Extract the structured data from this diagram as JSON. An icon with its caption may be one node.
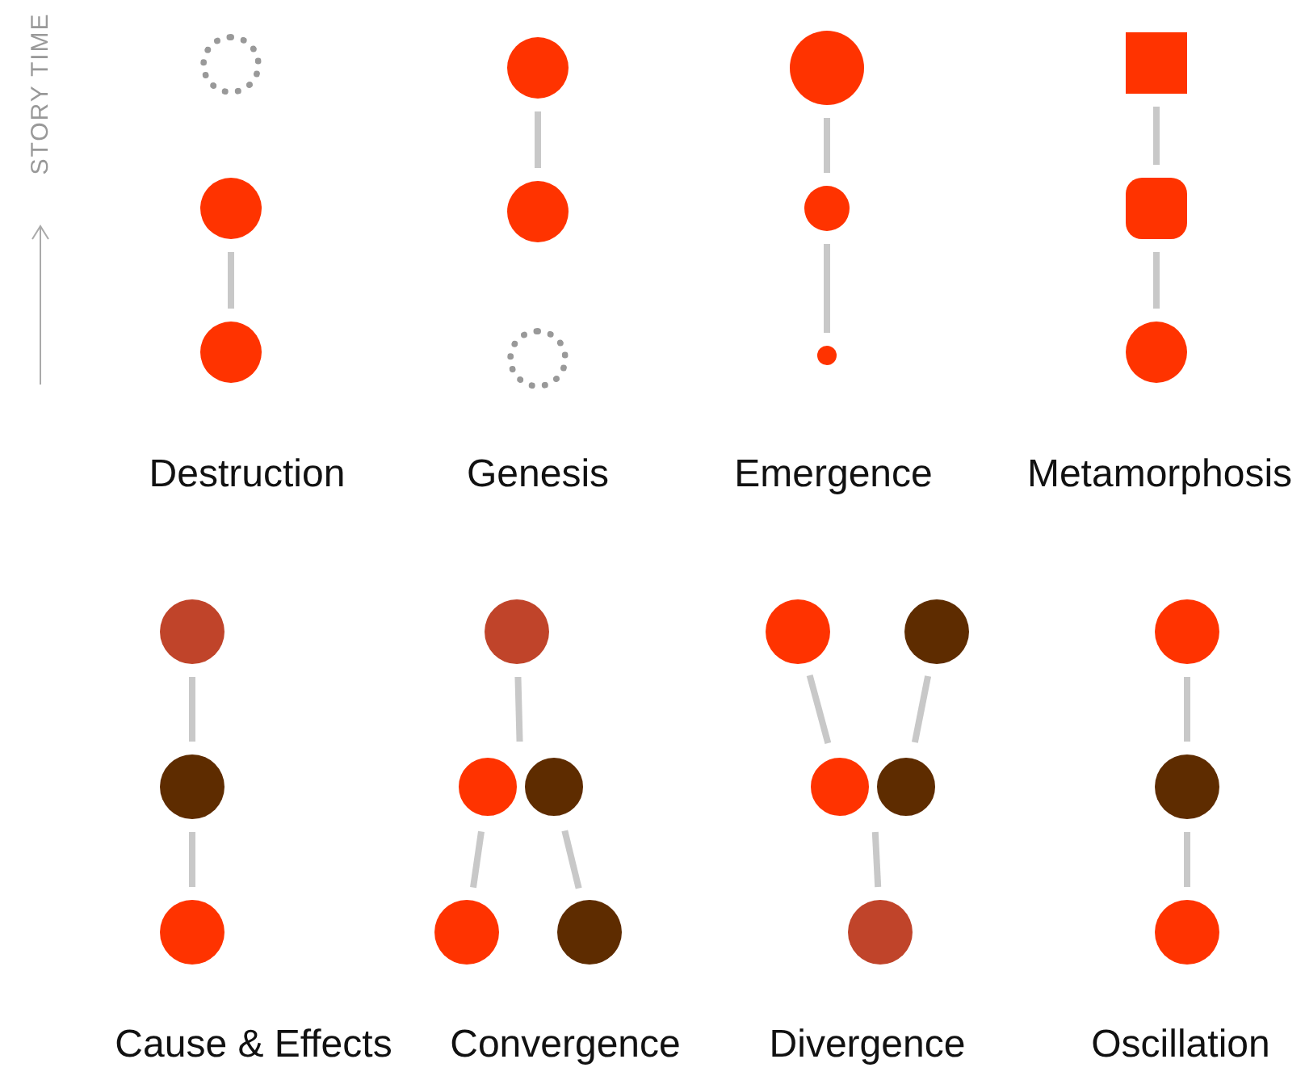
{
  "diagram": {
    "nodes": [
      {
        "text": [],
        "shape": "circle"
      },
      {
        "text": [],
        "shape": "circle"
      },
      {
        "text": [],
        "shape": "circle"
      },
      {
        "text": [],
        "shape": "circle"
      },
      {
        "text": [],
        "shape": "circle"
      },
      {
        "text": [],
        "shape": "circle"
      },
      {
        "text": [],
        "shape": "circle"
      },
      {
        "text": [],
        "shape": "circle"
      },
      {
        "text": [],
        "shape": "circle"
      },
      {
        "text": [],
        "shape": "box"
      },
      {
        "text": [],
        "shape": "box"
      },
      {
        "text": [],
        "shape": "circle"
      },
      {
        "text": [],
        "shape": "circle"
      },
      {
        "text": [],
        "shape": "circle"
      },
      {
        "text": [],
        "shape": "circle"
      },
      {
        "text": [],
        "shape": "circle"
      },
      {
        "text": [],
        "shape": "circle"
      },
      {
        "text": [],
        "shape": "circle"
      },
      {
        "text": [],
        "shape": "circle"
      },
      {
        "text": [],
        "shape": "circle"
      },
      {
        "text": [],
        "shape": "circle"
      },
      {
        "text": [],
        "shape": "circle"
      },
      {
        "text": [],
        "shape": "circle"
      },
      {
        "text": [],
        "shape": "circle"
      },
      {
        "text": [],
        "shape": "circle"
      },
      {
        "text": [],
        "shape": "circle"
      },
      {
        "text": [],
        "shape": "circle"
      },
      {
        "text": [],
        "shape": "circle"
      }
    ],
    "edges": [
      {
        "from": 1,
        "to": 2,
        "arrow": "none"
      },
      {
        "from": 3,
        "to": 4,
        "arrow": "none"
      },
      {
        "from": 6,
        "to": 7,
        "arrow": "none"
      },
      {
        "from": 7,
        "to": 8,
        "arrow": "none"
      },
      {
        "from": 9,
        "to": 10,
        "arrow": "none"
      },
      {
        "from": 10,
        "to": 11,
        "arrow": "none"
      },
      {
        "from": 12,
        "to": 13,
        "arrow": "none"
      },
      {
        "from": 13,
        "to": 14,
        "arrow": "none"
      },
      {
        "from": 15,
        "to": 16,
        "arrow": "none"
      },
      {
        "from": 15,
        "to": 17,
        "arrow": "none"
      },
      {
        "from": 16,
        "to": 18,
        "arrow": "none"
      },
      {
        "from": 17,
        "to": 19,
        "arrow": "none"
      },
      {
        "from": 20,
        "to": 22,
        "arrow": "none"
      },
      {
        "from": 21,
        "to": 23,
        "arrow": "none"
      },
      {
        "from": 22,
        "to": 24,
        "arrow": "none"
      },
      {
        "from": 23,
        "to": 24,
        "arrow": "none"
      },
      {
        "from": 25,
        "to": 26,
        "arrow": "none"
      },
      {
        "from": 26,
        "to": 27,
        "arrow": "none"
      }
    ],
    "labels": [
      "STORY TIME",
      "Destruction",
      "Genesis",
      "Emergence",
      "Metamorphosis",
      "Cause & Effects",
      "Convergence",
      "Divergence",
      "Oscillation"
    ]
  }
}
